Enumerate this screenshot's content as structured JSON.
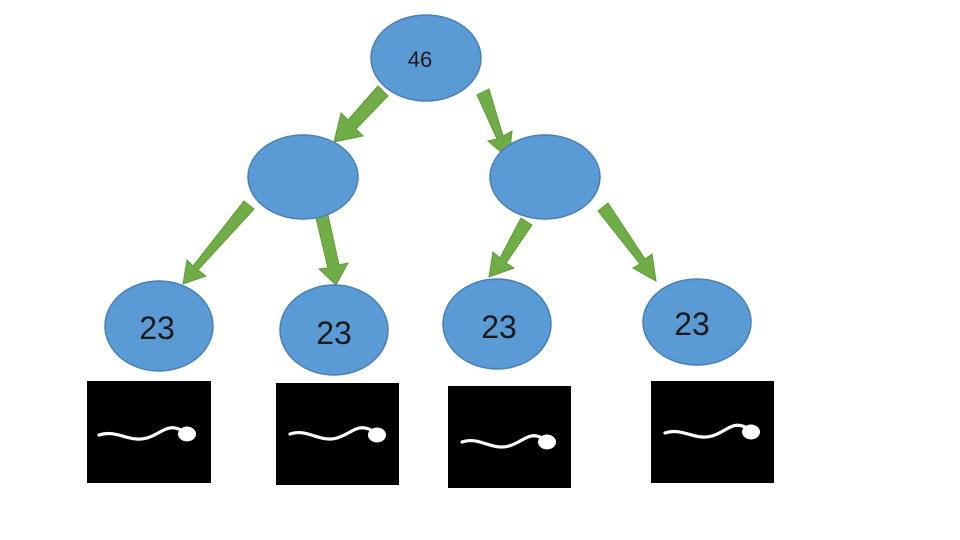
{
  "diagram": {
    "colors": {
      "node_fill": "#5b9bd5",
      "arrow_fill": "#70ad47",
      "tile_fill": "#000000",
      "sperm_fill": "#ffffff"
    },
    "root": {
      "label": "46"
    },
    "middle": [
      {
        "label": ""
      },
      {
        "label": ""
      }
    ],
    "leaves": [
      {
        "label": "23",
        "icon": "sperm-cell-icon"
      },
      {
        "label": "23",
        "icon": "sperm-cell-icon"
      },
      {
        "label": "23",
        "icon": "sperm-cell-icon"
      },
      {
        "label": "23",
        "icon": "sperm-cell-icon"
      }
    ]
  }
}
